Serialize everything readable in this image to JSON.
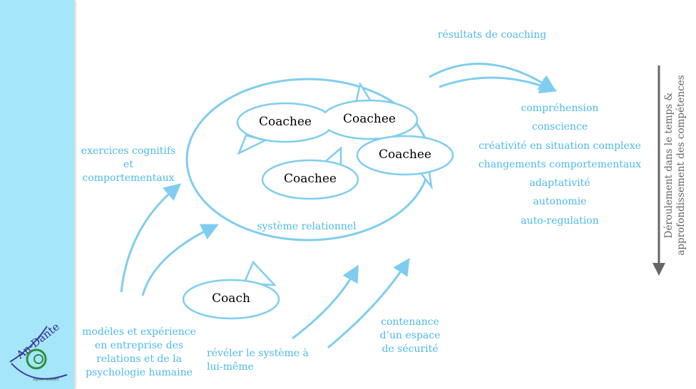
{
  "logo": {
    "name": "An-Dante",
    "author": "Agnès Grisard"
  },
  "bubbles": {
    "coachee1": "Coachee",
    "coachee2": "Coachee",
    "coachee3": "Coachee",
    "coachee4": "Coachee",
    "coach": "Coach"
  },
  "labels": {
    "results": "résultats de coaching",
    "system": "système relationnel",
    "exercises": "exercices cognitifs\net\ncomportementaux",
    "models": "modèles et expérience\nen entreprise des\nrelations et de la\npsychologie humaine",
    "reveal": "révéler le système à\nlui-même",
    "container": "contenance\nd’un espace\nde sécurité"
  },
  "results_list": [
    "compréhension",
    "conscience",
    "créativité en situation complexe",
    "changements comportementaux",
    "adaptativité",
    "autonomie",
    "auto-regulation"
  ],
  "timeline": "Déroulement dans le temps &\napprofondissement des compétences",
  "colors": {
    "accent": "#4fb9e8",
    "sidebar": "#a6e6fb",
    "axis": "#666666"
  }
}
